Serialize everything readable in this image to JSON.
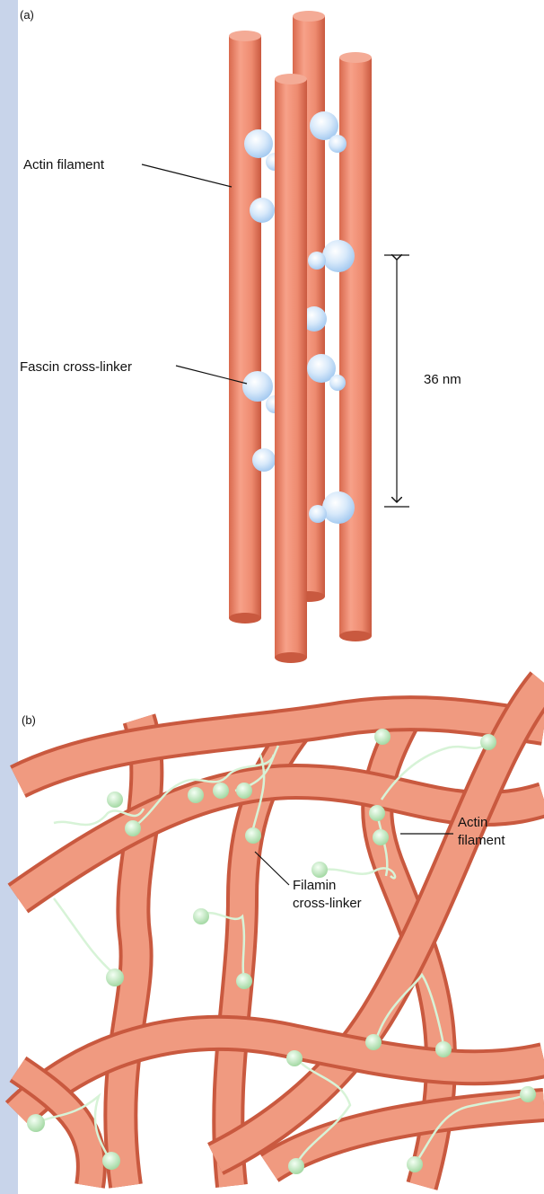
{
  "panels": {
    "a": {
      "tag": "(a)",
      "labels": {
        "actin_filament": "Actin filament",
        "fascin_cross_linker": "Fascin cross-linker",
        "spacing": "36 nm"
      }
    },
    "b": {
      "tag": "(b)",
      "labels": {
        "actin_filament_line1": "Actin",
        "actin_filament_line2": "filament",
        "filamin_line1": "Filamin",
        "filamin_line2": "cross-linker"
      }
    }
  },
  "colors": {
    "filament": "#ee8b70",
    "filament_dark": "#c9593f",
    "fascin": "#cfe3f7",
    "filamin": "#c9e9c9",
    "side_bar": "#c8d4ea"
  }
}
